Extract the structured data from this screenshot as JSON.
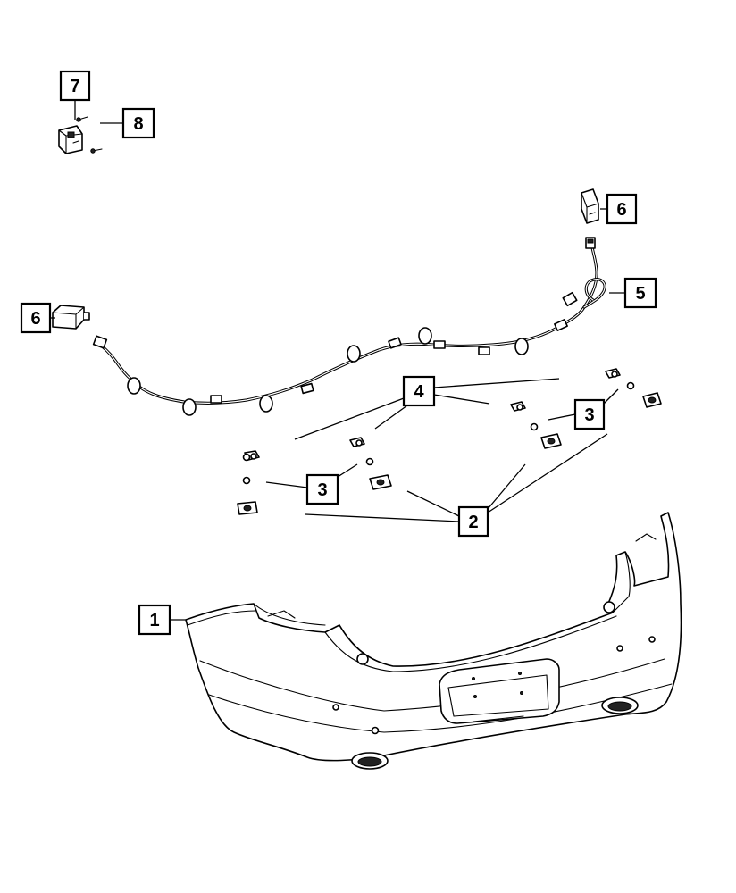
{
  "callouts": {
    "c1": "1",
    "c2": "2",
    "c3a": "3",
    "c3b": "3",
    "c4": "4",
    "c5": "5",
    "c6a": "6",
    "c6b": "6",
    "c7": "7",
    "c8": "8"
  },
  "colors": {
    "line": "#000000",
    "background": "#ffffff"
  }
}
